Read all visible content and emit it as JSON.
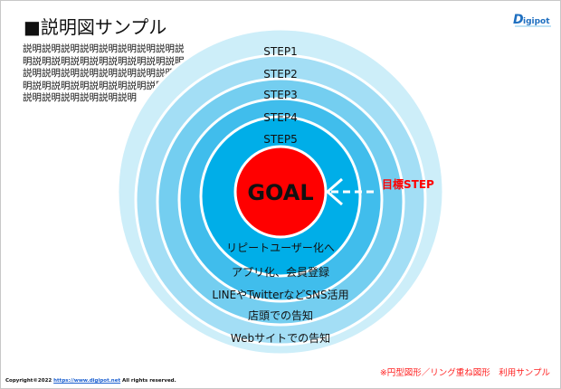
{
  "title": "■説明図サンプル",
  "description": "説明説明説明説明説明説明説明説明説明説明説明説明説明説明説明説明説明説明説明説明説明説明説明説明説明説明説明説明説明説明説明説明説明説明説明説明説明説明説明説明",
  "logo_text": "Digipot",
  "steps": [
    "STEP1",
    "STEP2",
    "STEP3",
    "STEP4",
    "STEP5"
  ],
  "goal": "GOAL",
  "target_label": "目標STEP",
  "measures": [
    "リピートユーザー化へ",
    "アプリ化、会員登録",
    "LINEやTwitterなどSNS活用",
    "店頭での告知",
    "Webサイトでの告知"
  ],
  "colors": {
    "ring1": "#cdeef9",
    "ring2": "#a3def5",
    "ring3": "#74cef0",
    "ring4": "#40bdec",
    "ring5": "#00aee8",
    "goal": "#ff0000",
    "target": "#ff0000"
  },
  "footer": {
    "copyright_prefix": "Copyright©2022 ",
    "link": "https://www.digipot.net",
    "copyright_suffix": " All rights reserved.",
    "note": "※円型図形／リング重ね図形　利用サンプル"
  }
}
